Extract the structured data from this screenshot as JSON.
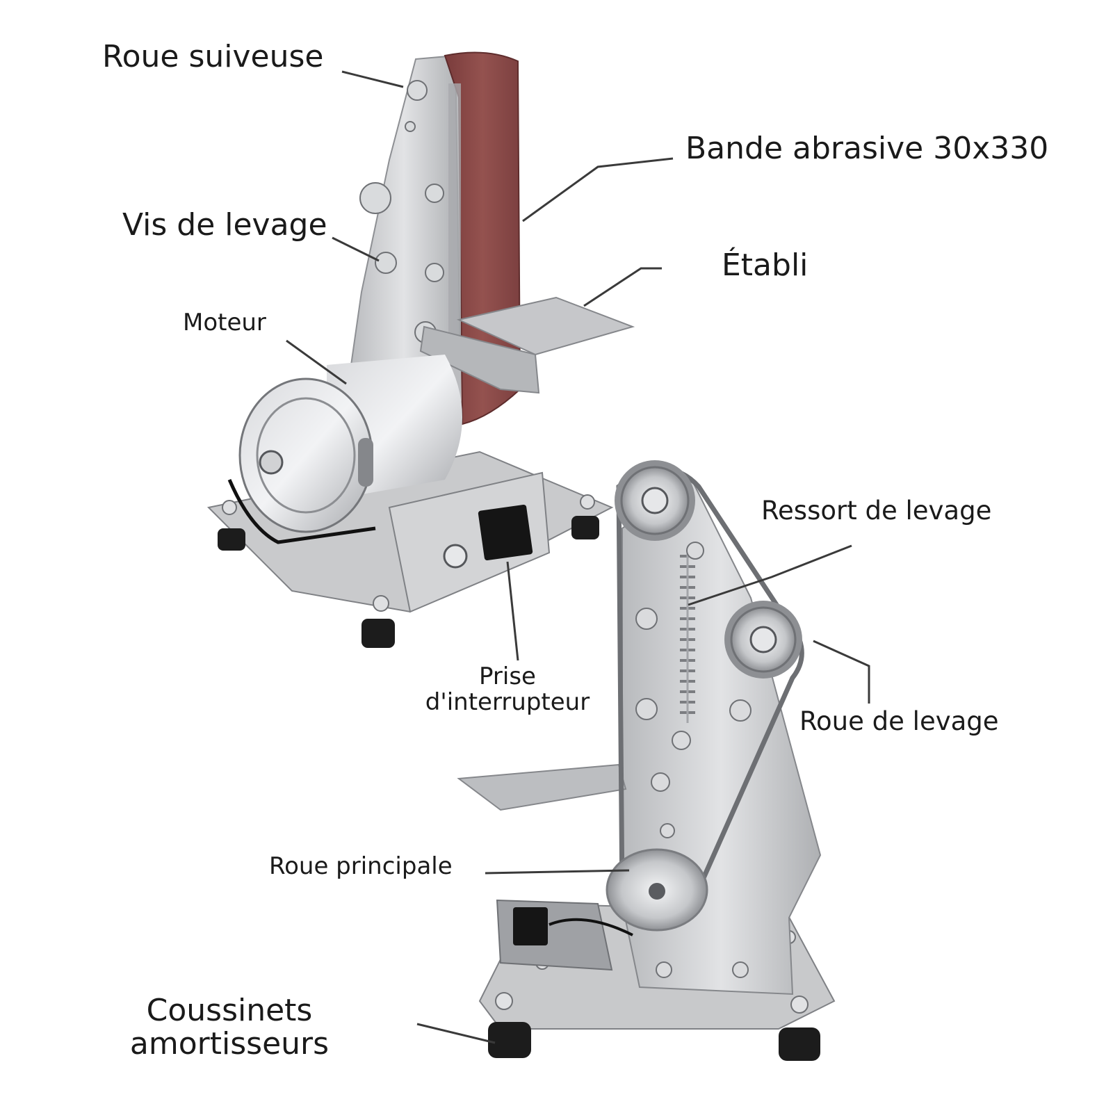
{
  "labels": {
    "roue_suiveuse": "Roue suiveuse",
    "bande_abrasive": "Bande abrasive 30x330",
    "vis_de_levage": "Vis de levage",
    "etabli": "Établi",
    "moteur": "Moteur",
    "ressort_de_levage": "Ressort de levage",
    "prise_line1": "Prise",
    "prise_line2": "d'interrupteur",
    "roue_de_levage": "Roue de levage",
    "roue_principale": "Roue principale",
    "coussinets_line1": "Coussinets",
    "coussinets_line2": "amortisseurs"
  },
  "colors": {
    "belt": "#8a4a4a",
    "steel": "#c9cacc",
    "steel_dark": "#9a9ca0",
    "foot": "#1c1c1c",
    "switch": "#151515",
    "leader": "#3a3a3a"
  }
}
